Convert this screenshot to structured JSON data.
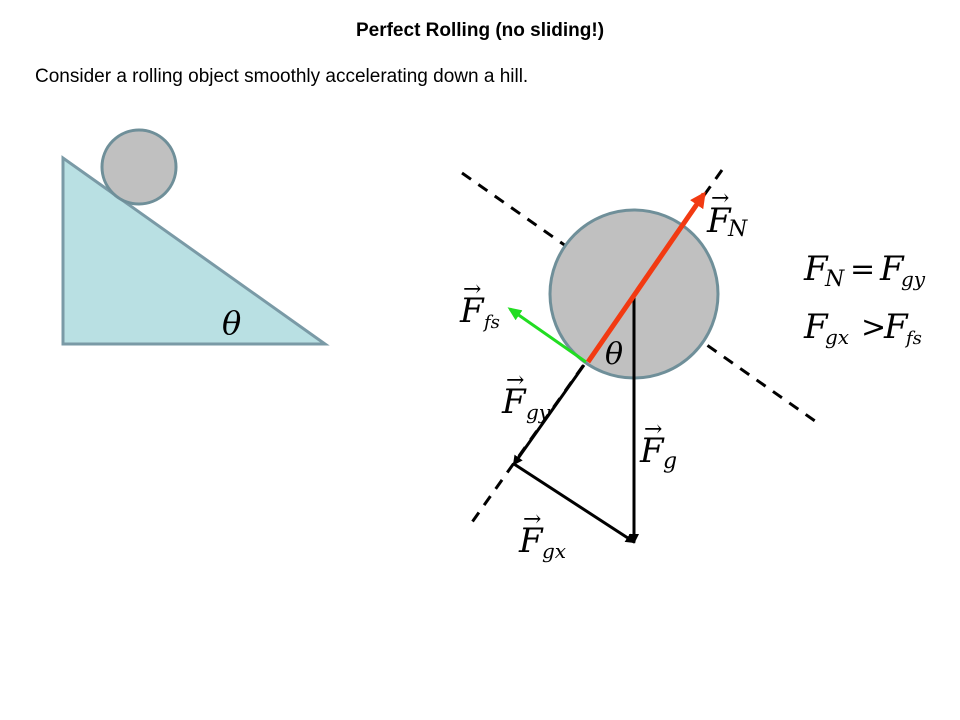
{
  "title": "Perfect Rolling (no sliding!)",
  "subtitle": "Consider a rolling object smoothly accelerating down a hill.",
  "colors": {
    "incline_fill": "#b9e0e3",
    "incline_stroke": "#7a9aa6",
    "ball_fill": "#c0c0c0",
    "ball_stroke": "#6f8f99",
    "normal_force": "#f23a12",
    "friction_force": "#22dd22",
    "vector": "#000000"
  },
  "labels": {
    "incline_angle": "θ",
    "fbd_angle": "θ",
    "normal": {
      "base": "F",
      "sub": "N"
    },
    "friction": {
      "base": "F",
      "sub": "fs"
    },
    "gravity_perp": {
      "base": "F",
      "sub": "gy"
    },
    "gravity": {
      "base": "F",
      "sub": "g"
    },
    "gravity_par": {
      "base": "F",
      "sub": "gx"
    }
  },
  "equations": {
    "eq1": {
      "lhs_base": "F",
      "lhs_sub": "N",
      "op": "=",
      "rhs_base": "F",
      "rhs_sub": "gy"
    },
    "eq2": {
      "lhs_base": "F",
      "lhs_sub": "gx",
      "op": ">",
      "rhs_base": "F",
      "rhs_sub": "fs"
    }
  }
}
